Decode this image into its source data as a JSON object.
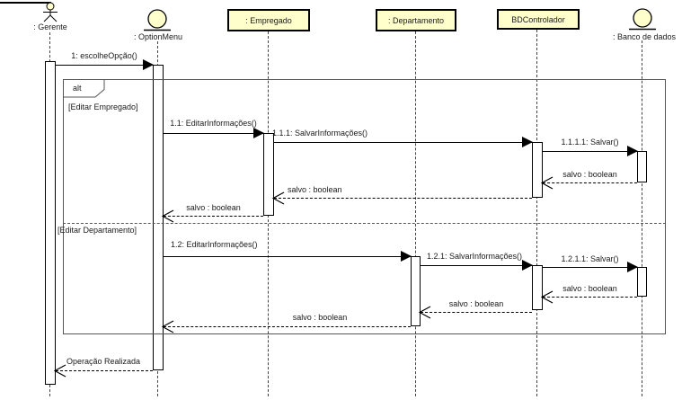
{
  "diagram": {
    "kind": "uml-sequence-diagram"
  },
  "lifelines": [
    {
      "label": ": Gerente",
      "kind": "actor"
    },
    {
      "label": ": OptionMenu",
      "kind": "entity"
    },
    {
      "label": ": Empregado",
      "kind": "object"
    },
    {
      "label": ": Departamento",
      "kind": "object"
    },
    {
      "label": "BDControlador",
      "kind": "object"
    },
    {
      "label": ": Banco de dados",
      "kind": "entity"
    }
  ],
  "fragment": {
    "operator": "alt",
    "guards": [
      "[Editar Empregado]",
      "[Editar Departamento]"
    ]
  },
  "messages": {
    "m1": {
      "label": "1: escolheOpção()",
      "from": ": Gerente",
      "to": ": OptionMenu",
      "type": "call"
    },
    "m2": {
      "label": "1.1: EditarInformações()",
      "from": ": OptionMenu",
      "to": ": Empregado",
      "type": "call"
    },
    "m3": {
      "label": "1.1.1: SalvarInformações()",
      "from": ": Empregado",
      "to": "BDControlador",
      "type": "call"
    },
    "m4": {
      "label": "1.1.1.1: Salvar()",
      "from": "BDControlador",
      "to": ": Banco de dados",
      "type": "call"
    },
    "m5": {
      "label": "1.2: EditarInformações()",
      "from": ": OptionMenu",
      "to": ": Departamento",
      "type": "call"
    },
    "m6": {
      "label": "1.2.1: SalvarInformações()",
      "from": ": Departamento",
      "to": "BDControlador",
      "type": "call"
    },
    "m7": {
      "label": "1.2.1.1: Salvar()",
      "from": "BDControlador",
      "to": ": Banco de dados",
      "type": "call"
    },
    "r1": {
      "label": "salvo : boolean",
      "from": ": Banco de dados",
      "to": "BDControlador",
      "type": "return"
    },
    "r2": {
      "label": "salvo : boolean",
      "from": "BDControlador",
      "to": ": Empregado",
      "type": "return"
    },
    "r3": {
      "label": "salvo : boolean",
      "from": ": Empregado",
      "to": ": OptionMenu",
      "type": "return"
    },
    "r4": {
      "label": "salvo : boolean",
      "from": ": Banco de dados",
      "to": "BDControlador",
      "type": "return"
    },
    "r5": {
      "label": "salvo : boolean",
      "from": "BDControlador",
      "to": ": Departamento",
      "type": "return"
    },
    "r6": {
      "label": "salvo : boolean",
      "from": ": Departamento",
      "to": ": OptionMenu",
      "type": "return"
    },
    "r7": {
      "label": "Operação Realizada",
      "from": ": OptionMenu",
      "to": ": Gerente",
      "type": "return"
    }
  },
  "colors": {
    "object_fill": "#ffffcc",
    "line": "#000000",
    "frame": "#555555"
  }
}
